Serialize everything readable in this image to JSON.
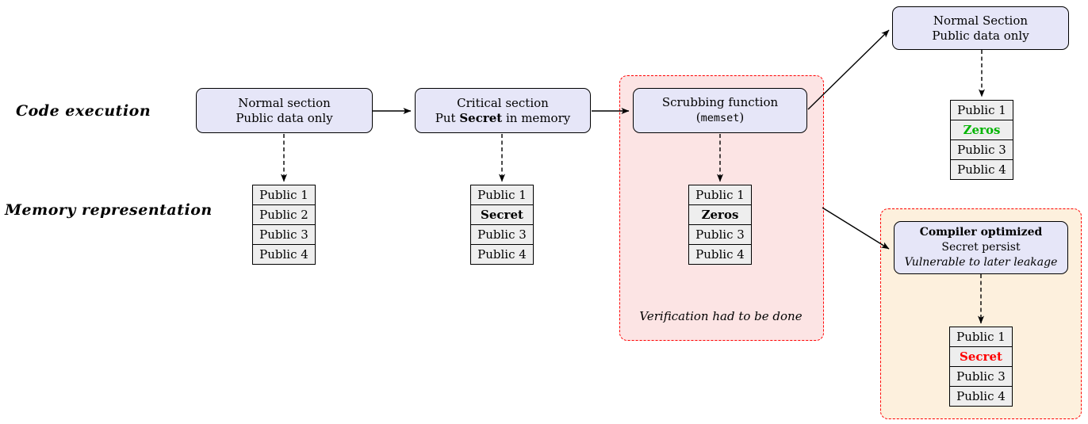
{
  "labels": {
    "code_execution": "Code execution",
    "memory_representation": "Memory representation",
    "verification_note": "Verification had to be done"
  },
  "nodes": {
    "normal1": {
      "line1": "Normal section",
      "line2": "Public data only"
    },
    "critical": {
      "line1": "Critical section",
      "line2_prefix": "Put ",
      "line2_bold": "Secret",
      "line2_suffix": " in memory"
    },
    "scrubbing": {
      "line1": "Scrubbing function",
      "paren_open": "(",
      "code": "memset",
      "paren_close": ")"
    },
    "normal2": {
      "line1": "Normal Section",
      "line2": "Public data only"
    },
    "compiler": {
      "line1": "Compiler optimized",
      "line2": "Secret persist",
      "line3": "Vulnerable to later leakage"
    }
  },
  "memory_tables": {
    "t1": {
      "rows": [
        "Public 1",
        "Public 2",
        "Public 3",
        "Public 4"
      ]
    },
    "t2": {
      "rows": [
        "Public 1",
        "Secret",
        "Public 3",
        "Public 4"
      ]
    },
    "t3": {
      "rows": [
        "Public 1",
        "Zeros",
        "Public 3",
        "Public 4"
      ]
    },
    "t4": {
      "rows": [
        "Public 1",
        "Zeros",
        "Public 3",
        "Public 4"
      ]
    },
    "t5": {
      "rows": [
        "Public 1",
        "Secret",
        "Public 3",
        "Public 4"
      ]
    }
  },
  "colors": {
    "node_fill": "#e6e6f8",
    "node_border": "#000000",
    "cell_fill": "#eeeeee",
    "danger_region_fill": "#fce4e4",
    "danger_region_border": "#ff0000",
    "warning_region_fill": "#fdf0dd",
    "zeros_green": "#00b400",
    "secret_red": "#fe0000",
    "arrow_black": "#000000"
  }
}
